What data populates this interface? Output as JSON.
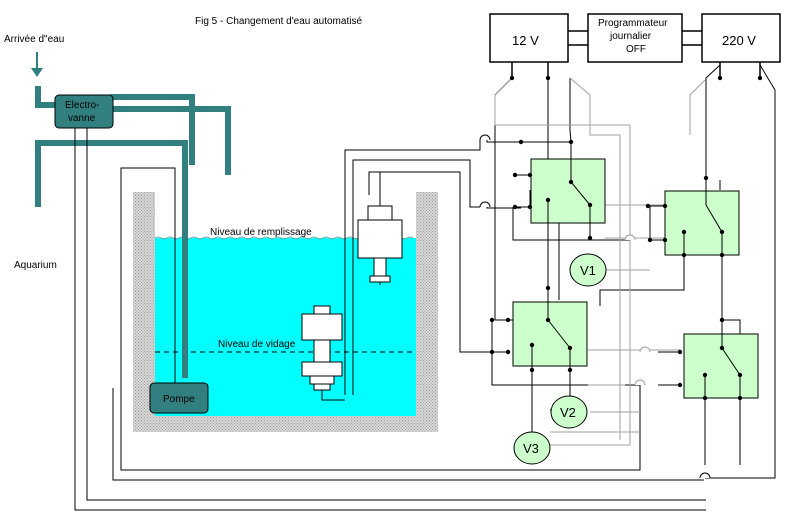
{
  "title": "Fig 5 - Changement d'eau automatisé",
  "inlet_label": "Arrivée d\"eau",
  "aquarium_label": "Aquarium",
  "valve_label_line1": "Electro-",
  "valve_label_line2": "vanne",
  "pump_label": "Pompe",
  "fill_level_label": "Niveau de remplissage",
  "drain_level_label": "Niveau de vidage",
  "supply_12v_label": "12 V",
  "supply_220v_label": "220 V",
  "timer_line1": "Programmateur",
  "timer_line2": "journalier",
  "timer_line3": "OFF",
  "voltmeter_1": "V1",
  "voltmeter_2": "V2",
  "voltmeter_3": "V3",
  "colors": {
    "water": "#00ffff",
    "pipe": "#317f7f",
    "relay_fill": "#ccffcc",
    "tank_wall": "#c0c0c0",
    "wire_grey": "#a0a0a0"
  }
}
